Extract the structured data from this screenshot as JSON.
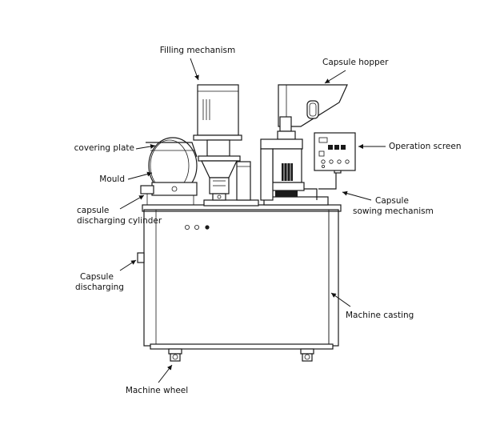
{
  "labels": {
    "filling_mechanism": "Filling mechanism",
    "capsule_hopper": "Capsule hopper",
    "covering_plate": "covering plate",
    "mould": "Mould",
    "capsule_discharging_cylinder_1": "capsule",
    "capsule_discharging_cylinder_2": "discharging cylinder",
    "operation_screen": "Operation screen",
    "capsule_sowing_mechanism_1": "Capsule",
    "capsule_sowing_mechanism_2": "sowing mechanism",
    "capsule_discharging_1": "Capsule",
    "capsule_discharging_2": "discharging",
    "machine_casting": "Machine casting",
    "machine_wheel": "Machine wheel"
  },
  "colors": {
    "line": "#1a1a1a",
    "background": "#ffffff",
    "text": "#111111"
  }
}
